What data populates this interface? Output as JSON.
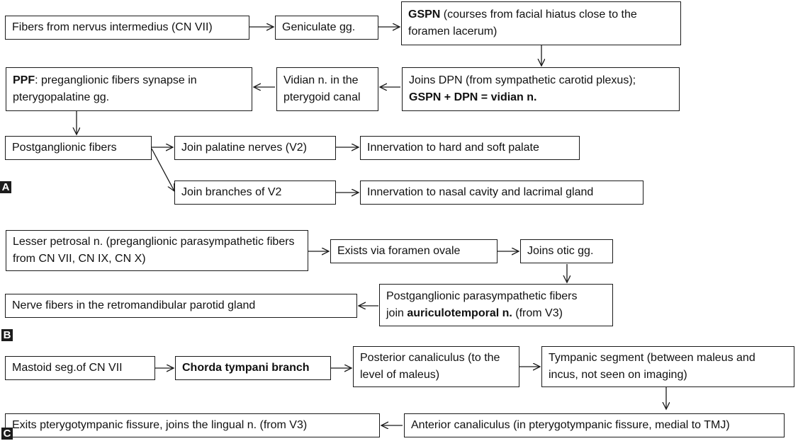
{
  "panels": {
    "A": {
      "label": "A",
      "nodes": {
        "intermedius": "Fibers from nervus intermedius (CN VII)",
        "geniculate": "Geniculate gg.",
        "gspn_bold": "GSPN",
        "gspn_rest": " (courses from facial hiatus close to the foramen lacerum)",
        "joins_dpn": "Joins DPN (from sympathetic carotid plexus);",
        "joins_dpn_bold": "GSPN + DPN = vidian n.",
        "vidian": "Vidian n. in the pterygoid canal",
        "ppf_bold": "PPF",
        "ppf_rest": ": preganglionic fibers synapse in pterygopalatine gg.",
        "postganglionic": "Postganglionic fibers",
        "palatine": "Join palatine nerves (V2)",
        "hard_soft": "Innervation to hard and soft palate",
        "branches_v2": "Join branches of V2",
        "nasal": "Innervation to nasal cavity and lacrimal gland"
      }
    },
    "B": {
      "label": "B",
      "nodes": {
        "lesser": "Lesser petrosal n. (preganglionic parasympathetic fibers from CN VII, CN IX, CN X)",
        "ovale": "Exists via foramen ovale",
        "otic": "Joins otic gg.",
        "post_para": "Postganglionic parasympathetic fibers",
        "post_join": "join ",
        "post_bold": "auriculotemporal n.",
        "post_rest": " (from V3)",
        "retro": "Nerve fibers in the retromandibular parotid gland"
      }
    },
    "C": {
      "label": "C",
      "nodes": {
        "mastoid": "Mastoid seg.of CN VII",
        "chorda": "Chorda tympani branch",
        "posterior": "Posterior canaliculus (to the level of maleus)",
        "tympanic": "Tympanic segment (between maleus and incus, not seen on imaging)",
        "anterior": "Anterior canaliculus (in pterygotympanic fissure, medial to TMJ)",
        "exits": "Exits pterygotympanic fissure, joins the lingual n. (from V3)"
      }
    }
  }
}
